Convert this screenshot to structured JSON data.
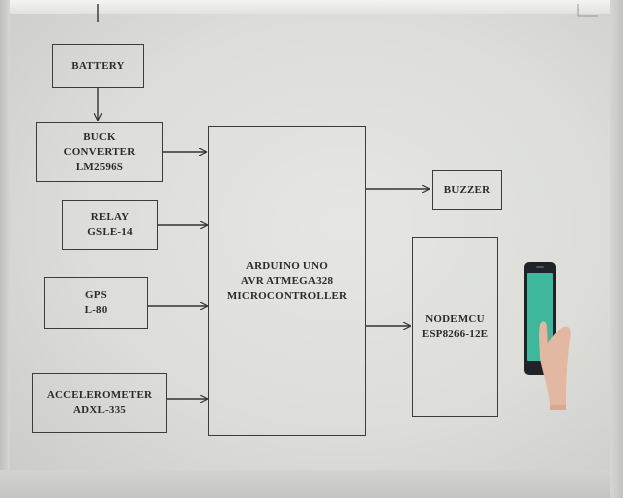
{
  "diagram": {
    "blocks": {
      "battery": {
        "lines": [
          "BATTERY"
        ]
      },
      "buck_converter": {
        "lines": [
          "BUCK",
          "CONVERTER",
          "LM2596S"
        ]
      },
      "relay": {
        "lines": [
          "RELAY",
          "GSLE-14"
        ]
      },
      "gps": {
        "lines": [
          "GPS",
          "L-80"
        ]
      },
      "accelerometer": {
        "lines": [
          "ACCELEROMETER",
          "ADXL-335"
        ]
      },
      "arduino": {
        "lines": [
          "ARDUINO UNO",
          "AVR ATMEGA328",
          "MICROCONTROLLER"
        ]
      },
      "buzzer": {
        "lines": [
          "BUZZER"
        ]
      },
      "nodemcu": {
        "lines": [
          "NODEMCU",
          "ESP8266-12E"
        ]
      }
    },
    "connections": [
      {
        "from": "battery",
        "to": "buck_converter"
      },
      {
        "from": "buck_converter",
        "to": "arduino"
      },
      {
        "from": "relay",
        "to": "arduino"
      },
      {
        "from": "gps",
        "to": "arduino"
      },
      {
        "from": "accelerometer",
        "to": "arduino"
      },
      {
        "from": "arduino",
        "to": "buzzer"
      },
      {
        "from": "arduino",
        "to": "nodemcu"
      }
    ],
    "phone_illustration": {
      "icon": "hand-holding-smartphone-icon",
      "screen_color": "#3fb79c"
    }
  }
}
